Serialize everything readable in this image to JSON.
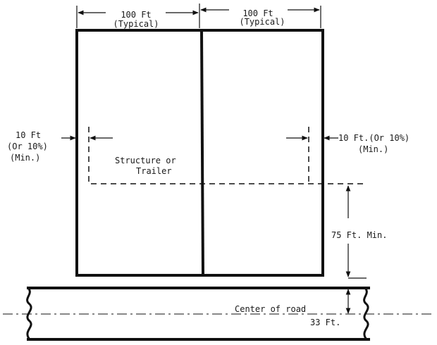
{
  "labels": {
    "dim_left_top": "100 Ft",
    "dim_left_typ": "(Typical)",
    "dim_right_top": "100 Ft",
    "dim_right_typ": "(Typical)",
    "setback_left_1": "10 Ft",
    "setback_left_2": "(Or 10%)",
    "setback_left_3": "(Min.)",
    "setback_right_1": "10 Ft.(Or 10%)",
    "setback_right_2": "(Min.)",
    "structure_1": "Structure or",
    "structure_2": "Trailer",
    "front_setback": "75 Ft. Min.",
    "road_center": "Center of road",
    "road_half_width": "33 Ft."
  }
}
